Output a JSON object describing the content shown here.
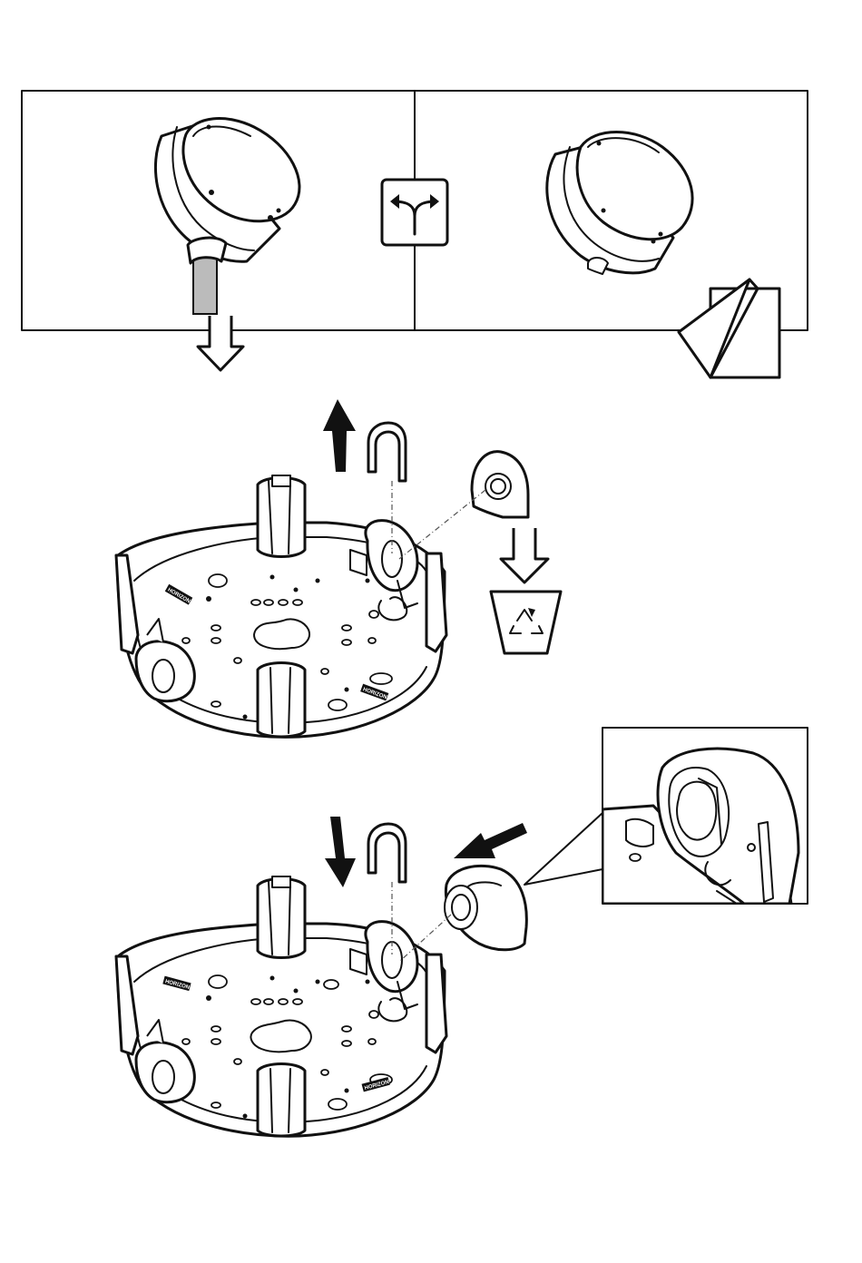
{
  "diagram": {
    "options_panel": {
      "left_option": "camera-with-conduit",
      "right_option": "camera-without-conduit",
      "divider_icon": "branch-choice-icon",
      "corner_icon": "peel-sticker-icon"
    },
    "steps": [
      {
        "name": "remove-plug-and-clip",
        "actions": [
          "lift-clip-up",
          "pull-plug-out",
          "discard-plug"
        ],
        "icons": [
          "arrow-up-icon",
          "hollow-arrow-down-icon",
          "recycle-bin-icon"
        ]
      },
      {
        "name": "insert-cap-and-clip",
        "actions": [
          "push-clip-down",
          "insert-cap"
        ],
        "icons": [
          "arrow-down-icon",
          "arrow-left-icon"
        ],
        "detail_inset": "cap-detail-inset"
      }
    ],
    "base_label": "HORIZON",
    "colors": {
      "line": "#111111",
      "conduit": "#bbbbbb",
      "background": "#ffffff"
    }
  }
}
